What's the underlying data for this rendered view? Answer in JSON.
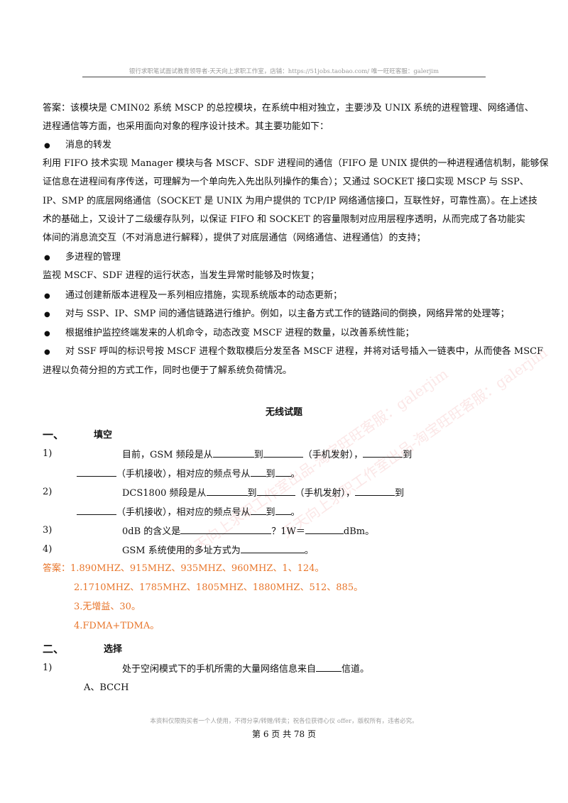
{
  "header": "银行求职笔试面试教育领导者-天天向上求职工作室，店铺：https://51jobs.taobao.com/ 唯一旺旺客服：galerjim",
  "answer_intro": [
    "答案：该模块是 CMIN02 系统 MSCP 的总控模块，在系统中相对独立，主要涉及 UNIX 系统的进程管理、网络通信、",
    "进程通信等方面，也采用面向对象的程序设计技术。其主要功能如下："
  ],
  "bullet1": "消息的转发",
  "para1": [
    "利用 FIFO 技术实现 Manager 模块与各 MSCF、SDF 进程间的通信（FIFO 是 UNIX 提供的一种进程通信机制，能够保",
    "证信息在进程间有序传送，可理解为一个单向先入先出队列操作的集合）；又通过 SOCKET 接口实现 MSCP 与 SSP、",
    "IP、SMP 的底层网络通信（SOCKET 是 UNIX 为用户提供的 TCP/IP 网络通信接口，互联性好，可靠性高）。在上述技",
    "术的基础上，又设计了二级缓存队列，以保证 FIFO 和 SOCKET 的容量限制对应用层程序透明，从而完成了各功能实",
    "体间的消息流交互（不对消息进行解释），提供了对底层通信（网络通信、进程通信）的支持；"
  ],
  "bullet2": "多进程的管理",
  "para2": "监视 MSCF、SDF 进程的运行状态，当发生异常时能够及时恢复；",
  "bullet3": "通过创建新版本进程及一系列相应措施，实现系统版本的动态更新；",
  "bullet4": "对与 SSP、IP、SMP 间的通信链路进行维护。例如，以主备方式工作的链路间的倒换，网络异常的处理等；",
  "bullet5": "根据维护监控终端发来的人机命令，动态改变 MSCF 进程的数量，以改善系统性能；",
  "bullet6": "对 SSF 呼叫的标识号按 MSCF 进程个数取模后分发至各 MSCF 进程，并将对话号插入一链表中，从而使各 MSCF",
  "bullet6_cont": "进程以负荷分担的方式工作，同时也便于了解系统负荷情况。",
  "center_title": "无线试题",
  "sec1_num": "一、",
  "sec1_title": "填空",
  "q1_num": "1)",
  "q1_a": "目前，GSM 频段是从",
  "q1_b": "到",
  "q1_c": "（手机发射），",
  "q1_d": "到",
  "q1_e": "（手机接收），相对应的频点号从",
  "q1_f": "到",
  "q1_g": "。",
  "q2_num": "2)",
  "q2_a": "DCS1800 频段是从",
  "q2_b": "到",
  "q2_c": "（手机发射），",
  "q2_d": "到",
  "q2_e": "（手机接收），相对应的频点号从",
  "q2_f": "到",
  "q2_g": "。",
  "q3_num": "3)",
  "q3_a": "0dB 的含义是",
  "q3_b": "？1W＝",
  "q3_c": "dBm。",
  "q4_num": "4)",
  "q4_a": "GSM 系统使用的多址方式为",
  "q4_b": "。",
  "ans1": "答案：1.890MHZ、915MHZ、935MHZ、960MHZ、1、124。",
  "ans2": "2.1710MHZ、1785MHZ、1805MHZ、1880MHZ、512、885。",
  "ans3": "3.无增益、30。",
  "ans4": "4.FDMA+TDMA。",
  "sec2_num": "二、",
  "sec2_title": "选择",
  "s1_num": "1)",
  "s1_a": "处于空闲模式下的手机所需的大量网络信息来自",
  "s1_b": "信道。",
  "s1_opt": "A、BCCH",
  "footer_note": "本资料仅限购买者一个人使用，不得分享/转赠/转卖；祝各位获得心仪 offer，版权所有，违者必究。",
  "footer_page": "第 6 页 共 78 页",
  "watermark_text": "天天向上求职工作室出品-淘宝旺旺客服：galerjim",
  "colors": {
    "answer_orange": "#e8752a",
    "watermark": "#e87878"
  }
}
